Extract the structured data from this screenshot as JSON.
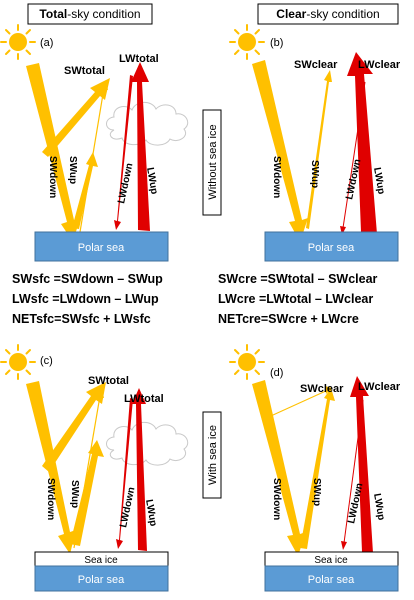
{
  "headers": {
    "left": {
      "bold": "Total",
      "rest": "-sky condition"
    },
    "right": {
      "bold": "Clear",
      "rest": "-sky condition"
    }
  },
  "side_labels": {
    "top": "Without sea ice",
    "bottom": "With sea ice"
  },
  "panels": {
    "a": {
      "letter": "(a)",
      "labels": {
        "top_sw": "SWtotal",
        "top_lw": "LWtotal",
        "down_sw": "SWdown",
        "up_sw": "SWup",
        "down_lw": "LWdown",
        "up_lw": "LWup"
      },
      "surface": "Polar sea"
    },
    "b": {
      "letter": "(b)",
      "labels": {
        "top_sw": "SWclear",
        "top_lw": "LWclear",
        "down_sw": "SWdown",
        "up_sw": "SWup",
        "down_lw": "LWdown",
        "up_lw": "LWup"
      },
      "surface": "Polar sea"
    },
    "c": {
      "letter": "(c)",
      "labels": {
        "top_sw": "SWtotal",
        "top_lw": "LWtotal",
        "down_sw": "SWdown",
        "up_sw": "SWup",
        "down_lw": "LWdown",
        "up_lw": "LWup"
      },
      "surface": "Polar sea",
      "ice": "Sea ice"
    },
    "d": {
      "letter": "(d)",
      "labels": {
        "top_sw": "SWclear",
        "top_lw": "LWclear",
        "down_sw": "SWdown",
        "up_sw": "SWup",
        "down_lw": "LWdown",
        "up_lw": "LWup"
      },
      "surface": "Polar sea",
      "ice": "Sea ice"
    }
  },
  "equations": {
    "left": [
      "SWsfc =SWdown – SWup",
      "LWsfc =LWdown  – LWup",
      "NETsfc=SWsfc  +  LWsfc"
    ],
    "right": [
      "SWcre  =SWtotal – SWclear",
      "LWcre  =LWtotal  – LWclear",
      "NETcre=SWcre  + LWcre"
    ]
  },
  "colors": {
    "sw": "#FFC000",
    "lw": "#E00000",
    "sea": "#5B9BD5",
    "sun": "#FFC000"
  }
}
